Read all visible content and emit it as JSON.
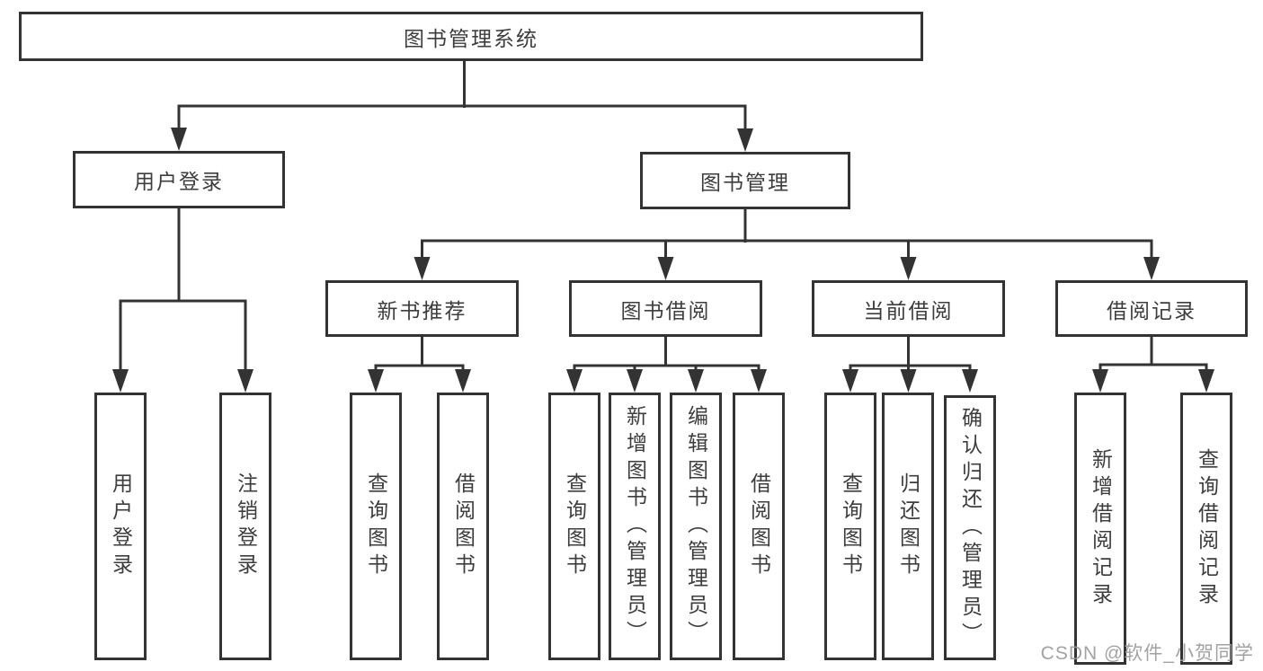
{
  "diagram": {
    "root": "图书管理系统",
    "branches": [
      {
        "name": "user-login",
        "label": "用户登录",
        "children": [
          "用户登录",
          "注销登录"
        ]
      },
      {
        "name": "book-management",
        "label": "图书管理",
        "sections": [
          {
            "name": "new-book-recommend",
            "label": "新书推荐",
            "children": [
              "查询图书",
              "借阅图书"
            ]
          },
          {
            "name": "book-borrow",
            "label": "图书借阅",
            "children": [
              "查询图书",
              "新增图书（管理员）",
              "编辑图书（管理员）",
              "借阅图书"
            ]
          },
          {
            "name": "current-borrow",
            "label": "当前借阅",
            "children": [
              "查询图书",
              "归还图书",
              "确认归还（管理员）"
            ]
          },
          {
            "name": "borrow-records",
            "label": "借阅记录",
            "children": [
              "新增借阅记录",
              "查询借阅记录"
            ]
          }
        ]
      }
    ]
  },
  "watermark": {
    "text": "CSDN @软件_小贺同学"
  },
  "colors": {
    "line": "#333333",
    "text": "#3d3d3d",
    "background": "#ffffff",
    "watermark": "#9b9b9b"
  }
}
